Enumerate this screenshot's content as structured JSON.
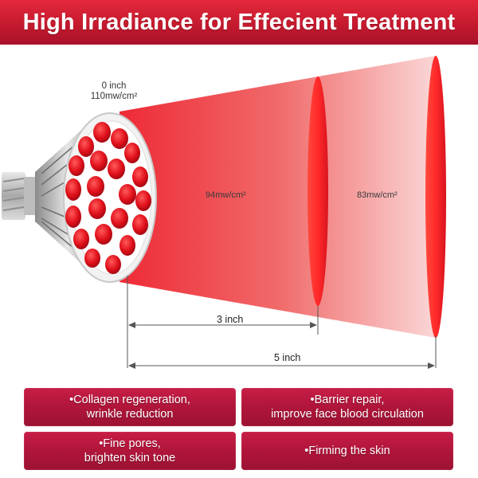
{
  "banner": {
    "title": "High Irradiance for Effecient Treatment"
  },
  "diagram": {
    "source_distance": "0 inch",
    "source_irradiance": "110mw/cm²",
    "mid_irradiance": "94mw/cm²",
    "far_irradiance": "83mw/cm²",
    "near_distance": "3 inch",
    "far_distance": "5 inch"
  },
  "benefits": [
    {
      "line1": "•Collagen regeneration,",
      "line2": "wrinkle reduction"
    },
    {
      "line1": "•Barrier repair,",
      "line2": "improve face blood circulation"
    },
    {
      "line1": "•Fine pores,",
      "line2": "brighten skin tone"
    },
    {
      "line1": "•Firming the skin",
      "line2": ""
    }
  ],
  "colors": {
    "banner": "#d11f35",
    "beam": "#e8202a",
    "card": "#b3163c"
  }
}
